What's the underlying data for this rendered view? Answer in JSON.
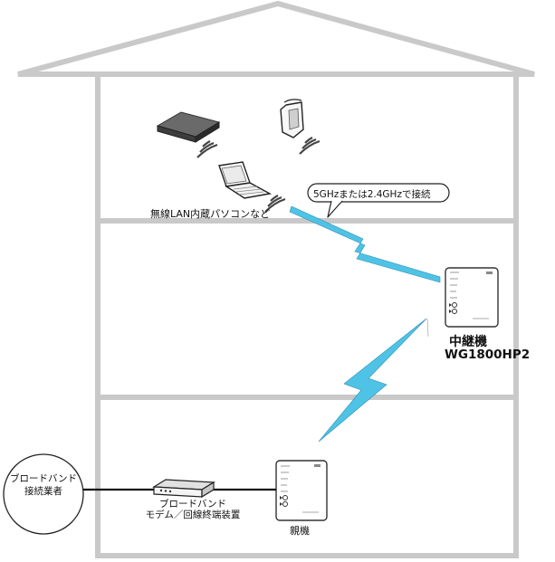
{
  "labels": {
    "wireless_devices": "無線LAN内蔵パソコンなど",
    "band_bubble": "5GHzまたは2.4GHzで接続",
    "repeater_name": "中継機",
    "repeater_model": "WG1800HP2",
    "parent_unit": "親機",
    "modem_line1": "ブロードバンド",
    "modem_line2": "モデム／回線終端装置",
    "isp_line1": "ブロードバンド",
    "isp_line2": "接続業者"
  },
  "colors": {
    "house_outline": "#c9c9c9",
    "wireless_bolt": "#4fc3e6",
    "cable": "#111111"
  }
}
